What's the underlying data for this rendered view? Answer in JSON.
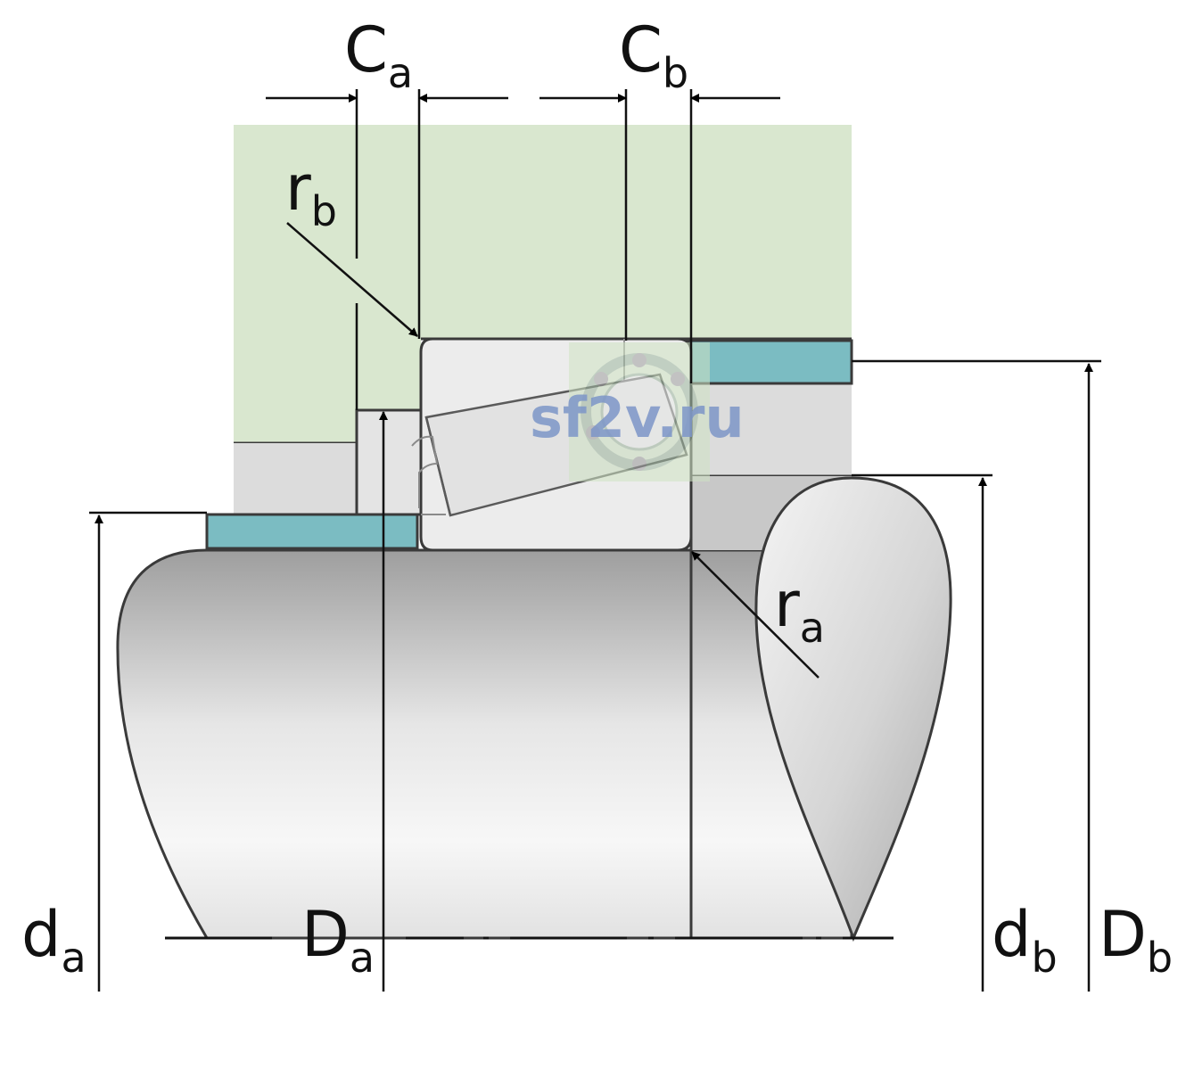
{
  "labels": {
    "Ca": {
      "main": "C",
      "sub": "a"
    },
    "Cb": {
      "main": "C",
      "sub": "b"
    },
    "rb": {
      "main": "r",
      "sub": "b"
    },
    "ra": {
      "main": "r",
      "sub": "a"
    },
    "da": {
      "main": "d",
      "sub": "a"
    },
    "Da": {
      "main": "D",
      "sub": "a"
    },
    "db": {
      "main": "d",
      "sub": "b"
    },
    "Db": {
      "main": "D",
      "sub": "b"
    }
  },
  "watermark": "sf2v.ru",
  "colors": {
    "housing": "#d9e7cf",
    "spacer": "#dcdcdc",
    "seat": "#7bbcc2",
    "bearing": "#ececec",
    "outline": "#3a3a3a"
  }
}
